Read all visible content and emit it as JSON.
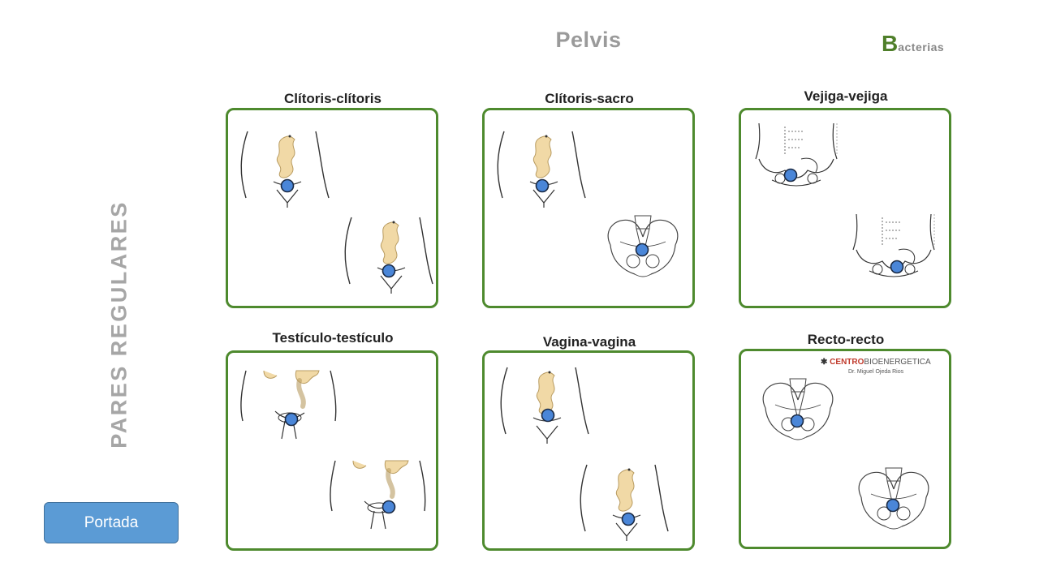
{
  "header": {
    "title": "Pelvis",
    "brand_initial": "B",
    "brand_rest": "acterias"
  },
  "side_title": "PARES REGULARES",
  "panels": [
    {
      "title": "Clítoris-clítoris"
    },
    {
      "title": "Clítoris-sacro"
    },
    {
      "title": "Vejiga-vejiga"
    },
    {
      "title": "Testículo-testículo"
    },
    {
      "title": "Vagina-vagina"
    },
    {
      "title": "Recto-recto"
    }
  ],
  "credit": {
    "logo_red": "CENTRO",
    "logo_rest": "BIOENERGETICA",
    "author": "Dr. Miguel Ojeda Rios"
  },
  "nav": {
    "portada_label": "Portada"
  },
  "colors": {
    "panel_border": "#4e8a2e",
    "point": "#4a86d8",
    "intestine": "#f1d9a6",
    "button": "#5b9bd5"
  }
}
